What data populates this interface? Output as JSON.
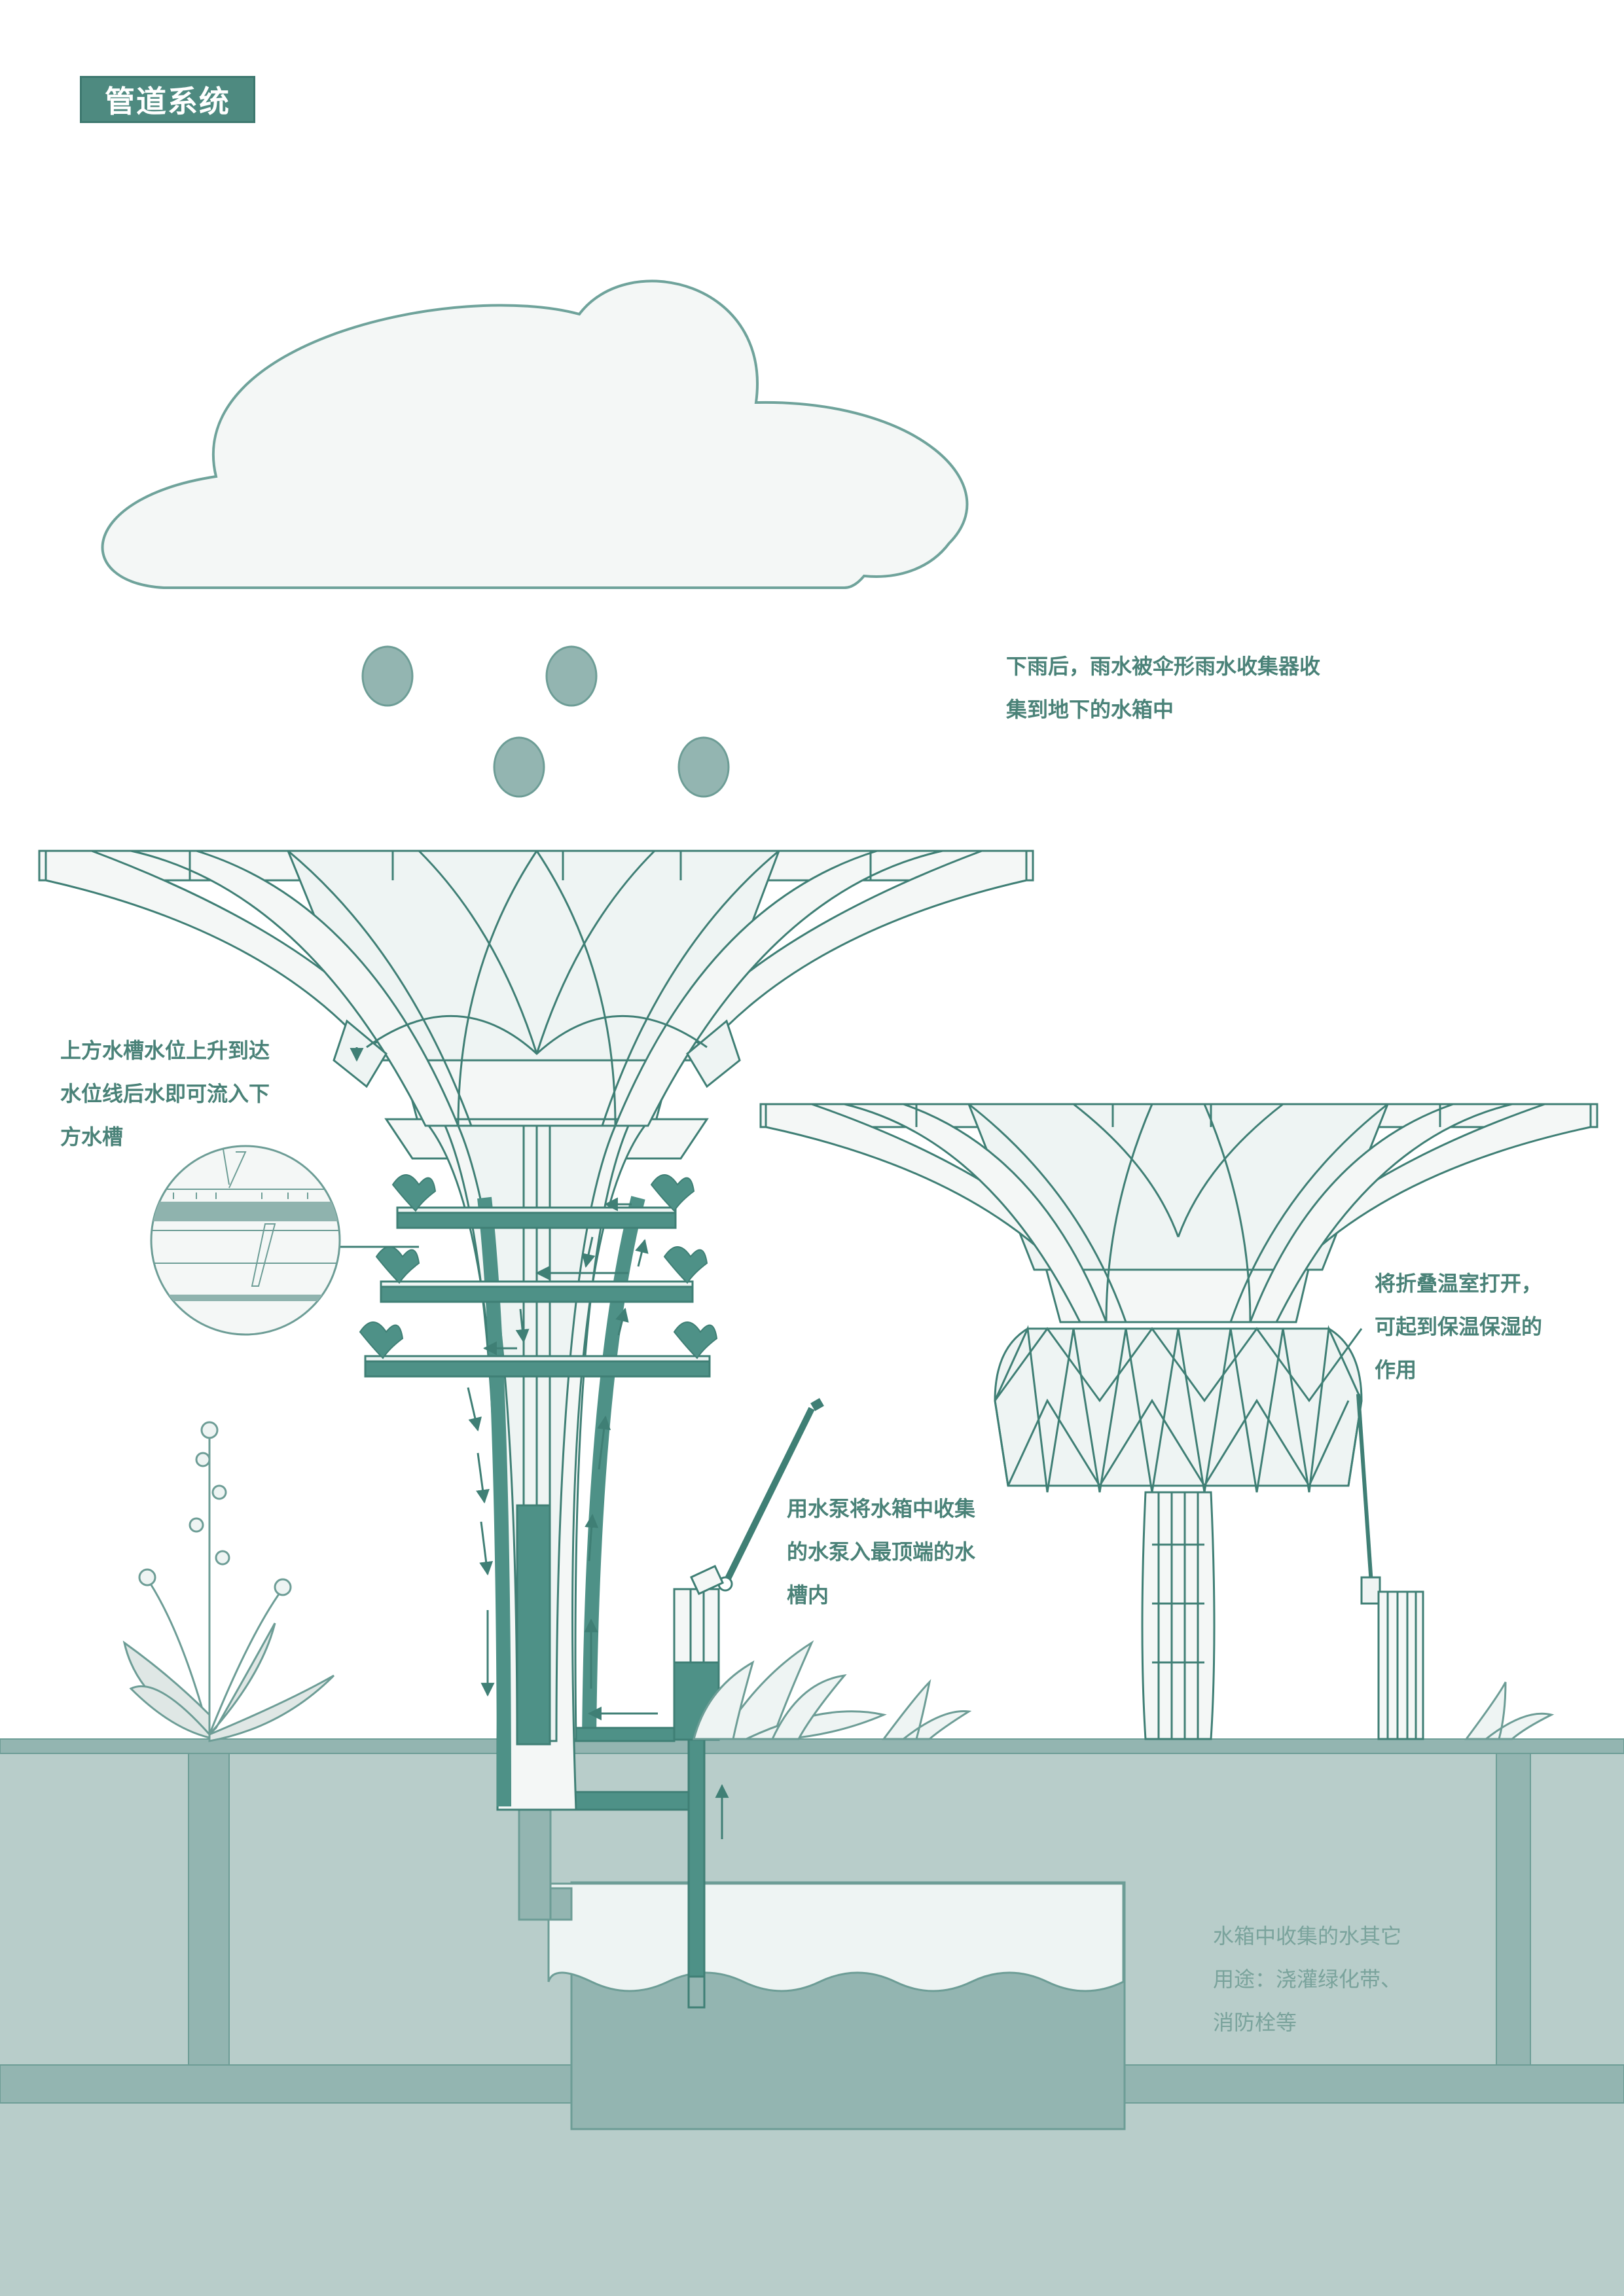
{
  "title": "管道系统",
  "notes": {
    "rain": [
      "下雨后，雨水被伞形雨水收集器收",
      "集到地下的水箱中"
    ],
    "overflow": [
      "上方水槽水位上升到达",
      "水位线后水即可流入下",
      "方水槽"
    ],
    "pump": [
      "用水泵将水箱中收集",
      "的水泵入最顶端的水",
      "槽内"
    ],
    "greenhouse": [
      "将折叠温室打开，",
      "可起到保温保湿的",
      "作用"
    ],
    "tank_use": [
      "水箱中收集的水其它",
      "用途：浇灌绿化带、",
      "消防栓等"
    ]
  },
  "colors": {
    "line": "#3f7f75",
    "dark": "#4e9187",
    "mid": "#8fb3ae",
    "ground": "#b8cdca",
    "light": "#eef4f3",
    "drop": "#93b5b1"
  }
}
